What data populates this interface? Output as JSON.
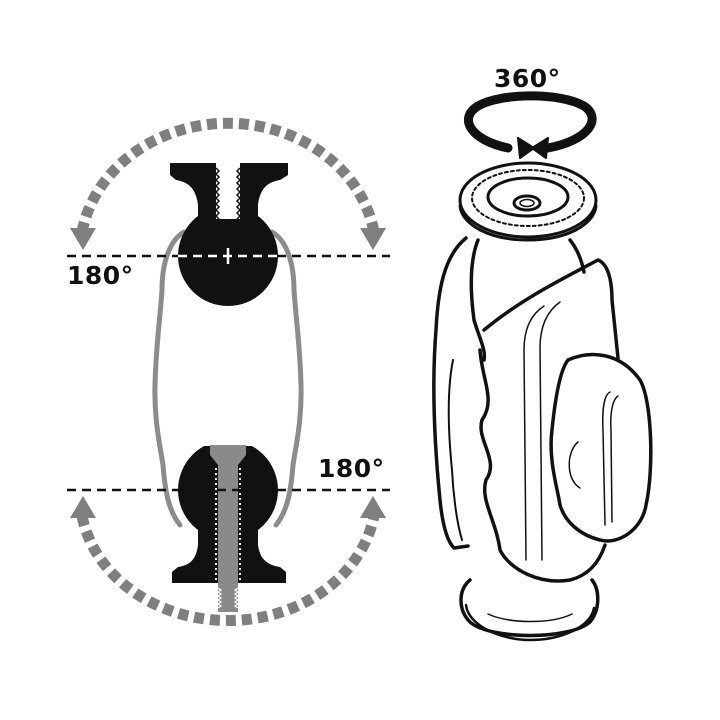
{
  "diagram": {
    "subject": "double-ball mount arm with round base",
    "left_view": {
      "top_ball": {
        "rotation_label": "180°",
        "rotation_range_degrees": 180
      },
      "bottom_ball": {
        "rotation_label": "180°",
        "rotation_range_degrees": 180
      }
    },
    "right_view": {
      "rotation_label": "360°",
      "rotation_range_degrees": 360
    }
  },
  "colors": {
    "ink": "#111111",
    "arc_gray": "#7f7f7f",
    "outline_gray": "#8c8c8c",
    "background": "#ffffff"
  }
}
